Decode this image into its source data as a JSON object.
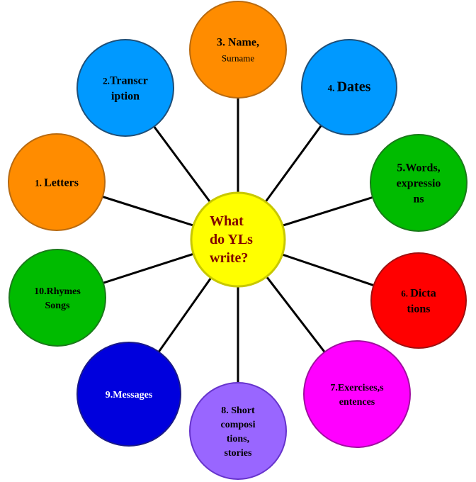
{
  "center": {
    "lines": [
      "What",
      "do YLs",
      "write?"
    ],
    "fill": "#ffff00",
    "stroke": "#c8c800",
    "text_color": "#800000"
  },
  "nodes": [
    {
      "id": "letters",
      "lines": [
        [
          {
            "t": "1. ",
            "small": true
          },
          {
            "t": "Letters"
          }
        ]
      ],
      "fill": "#ff8c00",
      "stroke": "#b86a10",
      "text": "#000000"
    },
    {
      "id": "transcription",
      "lines": [
        [
          {
            "t": "2.",
            "small": true
          },
          {
            "t": "Transcr"
          }
        ],
        [
          {
            "t": "iption"
          }
        ]
      ],
      "fill": "#0099ff",
      "stroke": "#1f4f78",
      "text": "#000000"
    },
    {
      "id": "name-surname",
      "lines": [
        [
          {
            "t": "3. "
          },
          {
            "t": "Name,"
          }
        ],
        [
          {
            "t": "Surname",
            "small": true,
            "normal": true
          }
        ]
      ],
      "fill": "#ff8c00",
      "stroke": "#b86a10",
      "text": "#000000"
    },
    {
      "id": "dates",
      "lines": [
        [
          {
            "t": "4. ",
            "small": true
          },
          {
            "t": "Dates",
            "big": true
          }
        ]
      ],
      "fill": "#0099ff",
      "stroke": "#1f4f78",
      "text": "#000000"
    },
    {
      "id": "words",
      "lines": [
        [
          {
            "t": "5.Words,"
          }
        ],
        [
          {
            "t": "expressio"
          }
        ],
        [
          {
            "t": "ns"
          }
        ]
      ],
      "fill": "#00bb00",
      "stroke": "#1a7a1a",
      "text": "#000000"
    },
    {
      "id": "dictations",
      "lines": [
        [
          {
            "t": "6. ",
            "small": true
          },
          {
            "t": "Dicta"
          }
        ],
        [
          {
            "t": "tions"
          }
        ]
      ],
      "fill": "#ff0000",
      "stroke": "#a01010",
      "text": "#000000"
    },
    {
      "id": "exercises",
      "lines": [
        [
          {
            "t": "7.Exercises,s",
            "normal": true
          }
        ],
        [
          {
            "t": "entences",
            "normal": true
          }
        ]
      ],
      "fill": "#ff00ff",
      "stroke": "#a010a0",
      "text": "#000000"
    },
    {
      "id": "short-comp",
      "lines": [
        [
          {
            "t": "8. Short",
            "normal": true
          }
        ],
        [
          {
            "t": "composi",
            "normal": true
          }
        ],
        [
          {
            "t": "tions,",
            "normal": true
          }
        ],
        [
          {
            "t": "stories",
            "normal": true
          }
        ]
      ],
      "fill": "#9966ff",
      "stroke": "#6633cc",
      "text": "#000000"
    },
    {
      "id": "messages",
      "lines": [
        [
          {
            "t": "9.Messages",
            "normal": true
          }
        ]
      ],
      "fill": "#0000dd",
      "stroke": "#1a1a88",
      "text": "#ffffff"
    },
    {
      "id": "rhymes",
      "lines": [
        [
          {
            "t": "10.Rhymes",
            "normal": true
          }
        ],
        [
          {
            "t": "Songs"
          }
        ]
      ],
      "fill": "#00bb00",
      "stroke": "#1a7a1a",
      "text": "#000000"
    }
  ],
  "colors": {
    "spoke": "#000000"
  }
}
